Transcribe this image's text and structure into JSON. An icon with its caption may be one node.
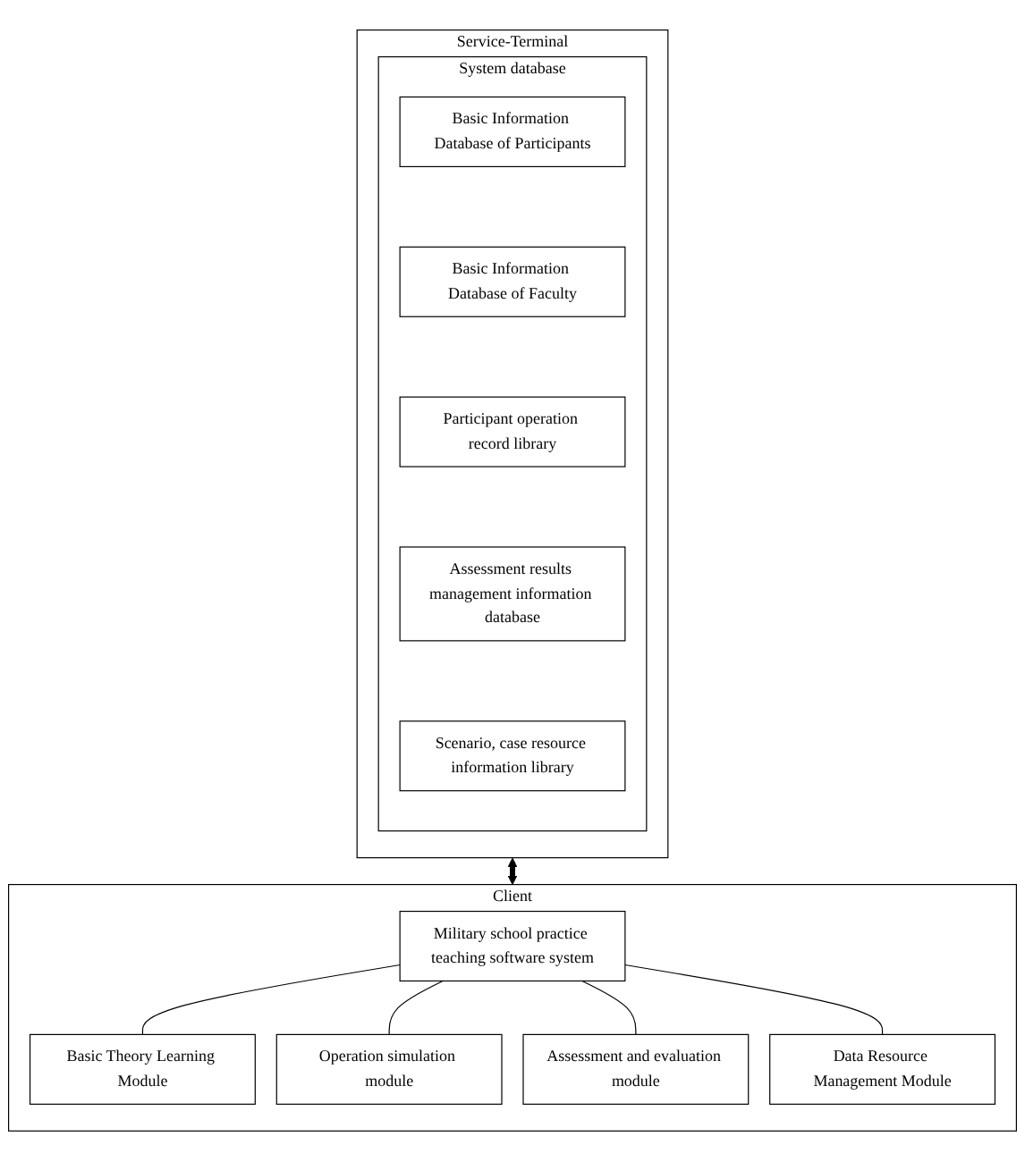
{
  "diagram": {
    "nodes": [
      {
        "text": [
          "Service-Terminal"
        ]
      },
      {
        "text": [
          "System database"
        ],
        "in": 0
      },
      {
        "text": [
          "Basic Information Database of Participants"
        ],
        "in": 1
      },
      {
        "text": [
          "Basic Information Database of Faculty"
        ],
        "in": 1
      },
      {
        "text": [
          "Participant operation record library"
        ],
        "in": 1
      },
      {
        "text": [
          "Assessment results management information database"
        ],
        "in": 1
      },
      {
        "text": [
          "Scenario, case resource information library"
        ],
        "in": 1
      },
      {
        "text": [
          "Client"
        ]
      },
      {
        "text": [
          "Military school practice teaching software system"
        ],
        "in": 7
      },
      {
        "text": [
          "Basic Theory Learning Module"
        ],
        "in": 7
      },
      {
        "text": [
          "Operation simulation module"
        ],
        "in": 7
      },
      {
        "text": [
          "Assessment and evaluation module"
        ],
        "in": 7
      },
      {
        "text": [
          "Data Resource Management Module"
        ],
        "in": 7
      }
    ],
    "edges": [
      {
        "from": 0,
        "to": 7,
        "arrow": "both",
        "style": "thick"
      },
      {
        "from": 8,
        "to": 9,
        "arrow": "none"
      },
      {
        "from": 8,
        "to": 10,
        "arrow": "none"
      },
      {
        "from": 8,
        "to": 11,
        "arrow": "none"
      },
      {
        "from": 8,
        "to": 12,
        "arrow": "none"
      }
    ]
  }
}
